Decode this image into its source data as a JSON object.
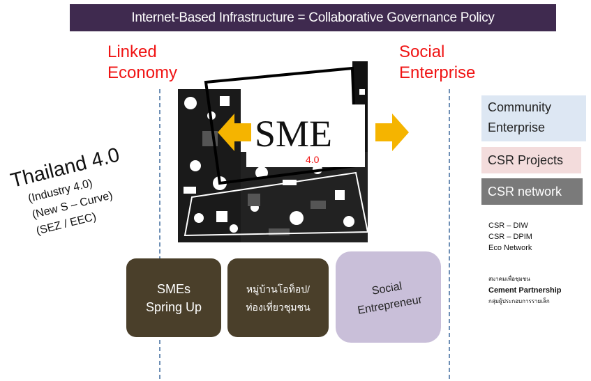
{
  "banner": {
    "title": "Internet-Based Infrastructure = Collaborative Governance Policy"
  },
  "left_heading": {
    "line1": "Linked",
    "line2": "Economy"
  },
  "right_heading": {
    "line1": "Social",
    "line2": "Enterprise"
  },
  "center": {
    "sme_label": "SME",
    "version": "4.0"
  },
  "thailand": {
    "title": "Thailand 4.0",
    "sub1": "(Industry 4.0)",
    "sub2": "(New S – Curve)",
    "sub3": "(SEZ / EEC)"
  },
  "right_boxes": {
    "community_line1": "Community",
    "community_line2": "Enterprise",
    "csr_projects": "CSR Projects",
    "csr_network": "CSR network"
  },
  "csr_list": [
    "CSR – DIW",
    "CSR – DPIM",
    "Eco Network"
  ],
  "partner_list": [
    "สมาคมเพื่อชุมชน",
    "Cement Partnership",
    "กลุ่มผู้ประกอบการรายเล็ก"
  ],
  "cards": {
    "smes_line1": "SMEs",
    "smes_line2": "Spring Up",
    "otop_line1": "หมู่บ้านโอท็อป/",
    "otop_line2": "ท่องเที่ยวชุมชน",
    "social_line1": "Social",
    "social_line2": "Entrepreneur"
  },
  "colors": {
    "banner_bg": "#3f2a4f",
    "red_heading": "#f01414",
    "arrow": "#f5b400",
    "dark_card": "#4a3f2a",
    "light_card": "#c9bfd9",
    "community_box": "#dde7f3",
    "csr_projects_box": "#f3dcdc",
    "csr_network_box": "#7a7a7a"
  }
}
